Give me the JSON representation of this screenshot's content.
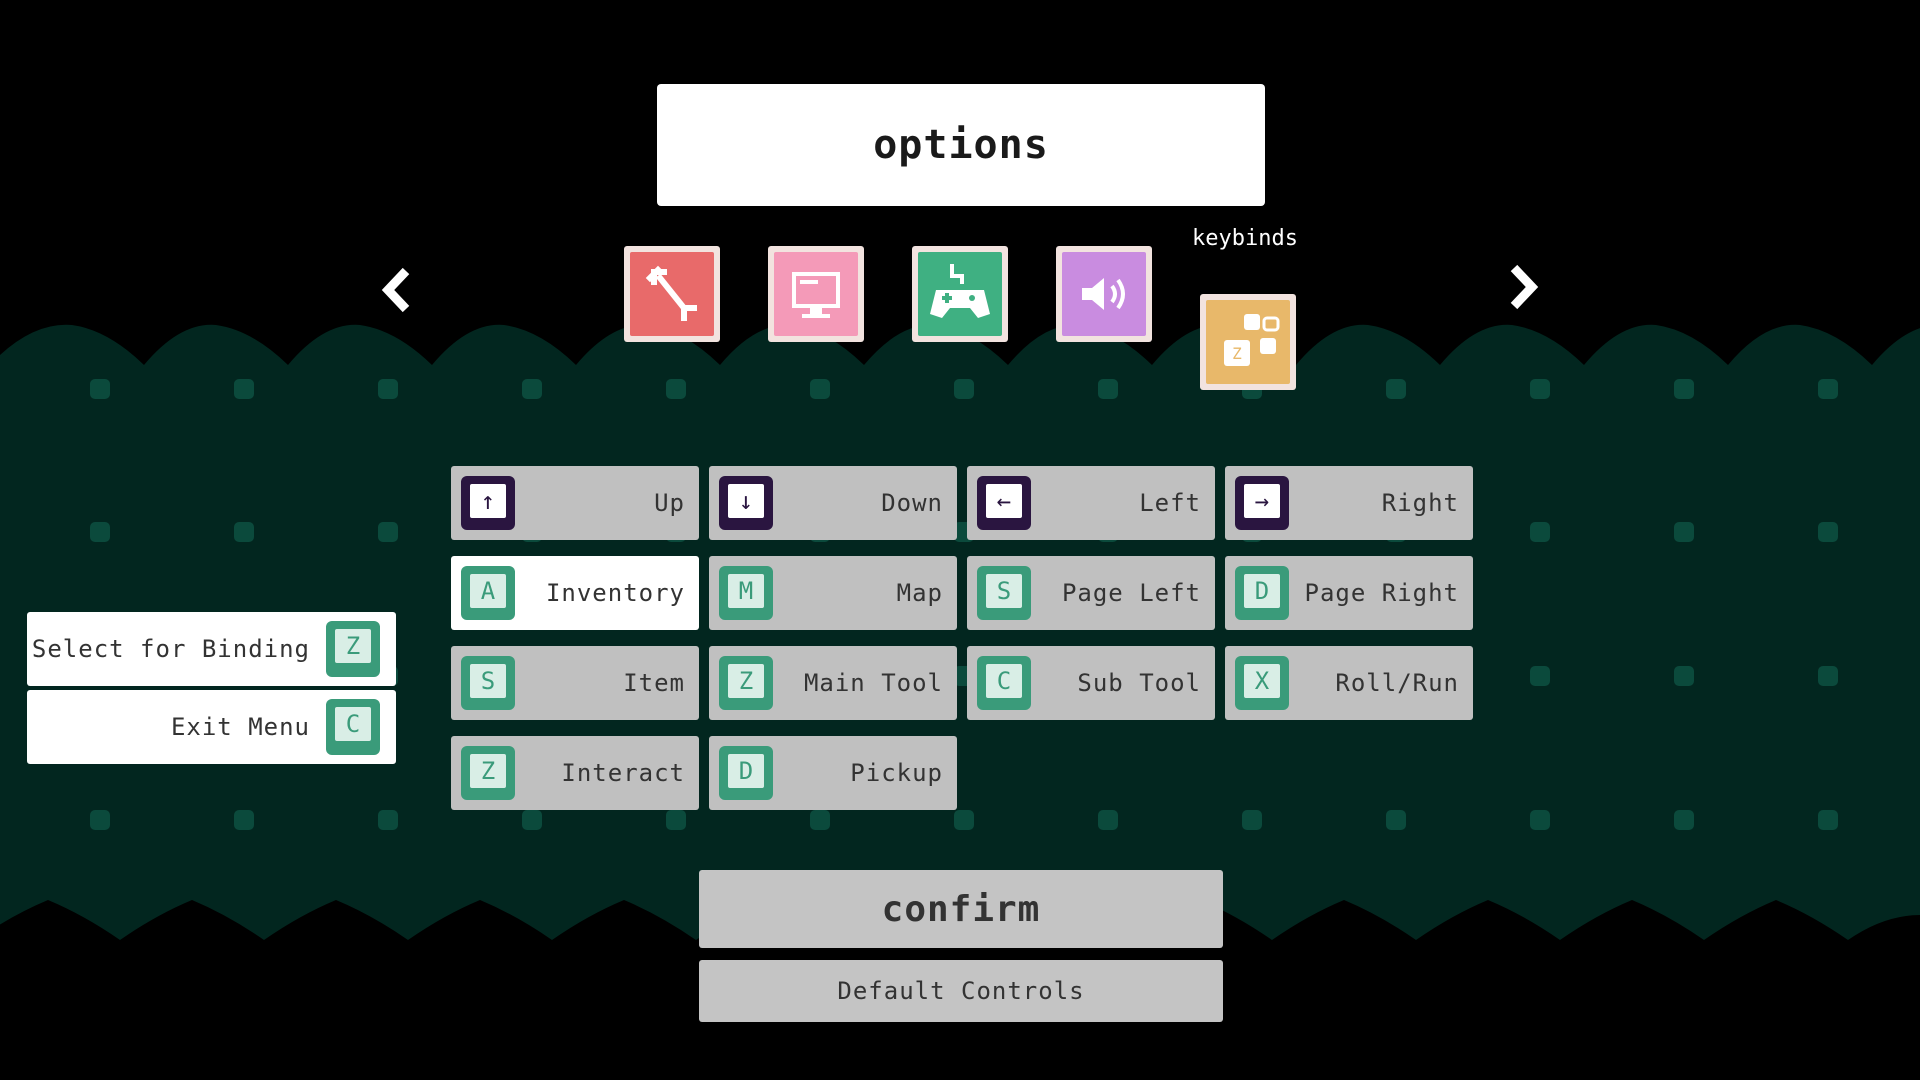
{
  "header": {
    "title": "options"
  },
  "tabs": {
    "items": [
      {
        "name": "general",
        "icon": "wrench-icon",
        "color": "#e86a6a"
      },
      {
        "name": "display",
        "icon": "monitor-icon",
        "color": "#f49ab8"
      },
      {
        "name": "controls",
        "icon": "gamepad-icon",
        "color": "#3fb082"
      },
      {
        "name": "audio",
        "icon": "speaker-icon",
        "color": "#c98ce0"
      },
      {
        "name": "keybinds",
        "icon": "keybinds-icon",
        "color": "#e8b86a"
      }
    ],
    "active_caption": "keybinds"
  },
  "bindings": [
    {
      "key": "↑",
      "label": "Up"
    },
    {
      "key": "↓",
      "label": "Down"
    },
    {
      "key": "←",
      "label": "Left"
    },
    {
      "key": "→",
      "label": "Right"
    },
    {
      "key": "A",
      "label": "Inventory"
    },
    {
      "key": "M",
      "label": "Map"
    },
    {
      "key": "S",
      "label": "Page Left"
    },
    {
      "key": "D",
      "label": "Page Right"
    },
    {
      "key": "S",
      "label": "Item"
    },
    {
      "key": "Z",
      "label": "Main Tool"
    },
    {
      "key": "C",
      "label": "Sub Tool"
    },
    {
      "key": "X",
      "label": "Roll/Run"
    },
    {
      "key": "Z",
      "label": "Interact"
    },
    {
      "key": "D",
      "label": "Pickup"
    }
  ],
  "hints": [
    {
      "label": "Select for Binding",
      "key": "Z"
    },
    {
      "label": "Exit Menu",
      "key": "C"
    }
  ],
  "buttons": {
    "confirm": "confirm",
    "defaults": "Default Controls"
  },
  "colors": {
    "sea": "#02261f",
    "dot": "#0b4a3c",
    "key_green": "#3a9b7a",
    "key_purple": "#2a1540"
  }
}
